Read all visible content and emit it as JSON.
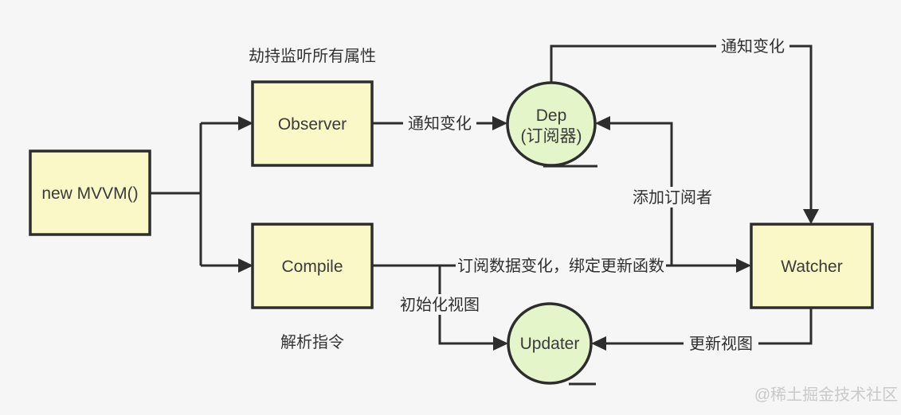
{
  "colors": {
    "background": "#f6f6f6",
    "box_fill": "#fbf8c8",
    "circle_fill": "#e4f6c9",
    "stroke": "#2d2d2d",
    "text": "#3a3a3a",
    "watermark": "#c9c9c9"
  },
  "nodes": {
    "mvvm": {
      "label": "new MVVM()"
    },
    "observer": {
      "label": "Observer"
    },
    "compile": {
      "label": "Compile"
    },
    "watcher": {
      "label": "Watcher"
    },
    "dep": {
      "label_line1": "Dep",
      "label_line2": "(订阅器)"
    },
    "updater": {
      "label": "Updater"
    }
  },
  "notes": {
    "observer_note": "劫持监听所有属性",
    "compile_note": "解析指令"
  },
  "edges": {
    "observer_to_dep": {
      "label": "通知变化"
    },
    "dep_to_watcher": {
      "label": "通知变化"
    },
    "compile_to_watcher": {
      "label": "订阅数据变化，绑定更新函数"
    },
    "watcher_to_dep": {
      "label": "添加订阅者"
    },
    "compile_to_updater": {
      "label": "初始化视图"
    },
    "watcher_to_updater": {
      "label": "更新视图"
    }
  },
  "watermark": "@稀土掘金技术社区"
}
